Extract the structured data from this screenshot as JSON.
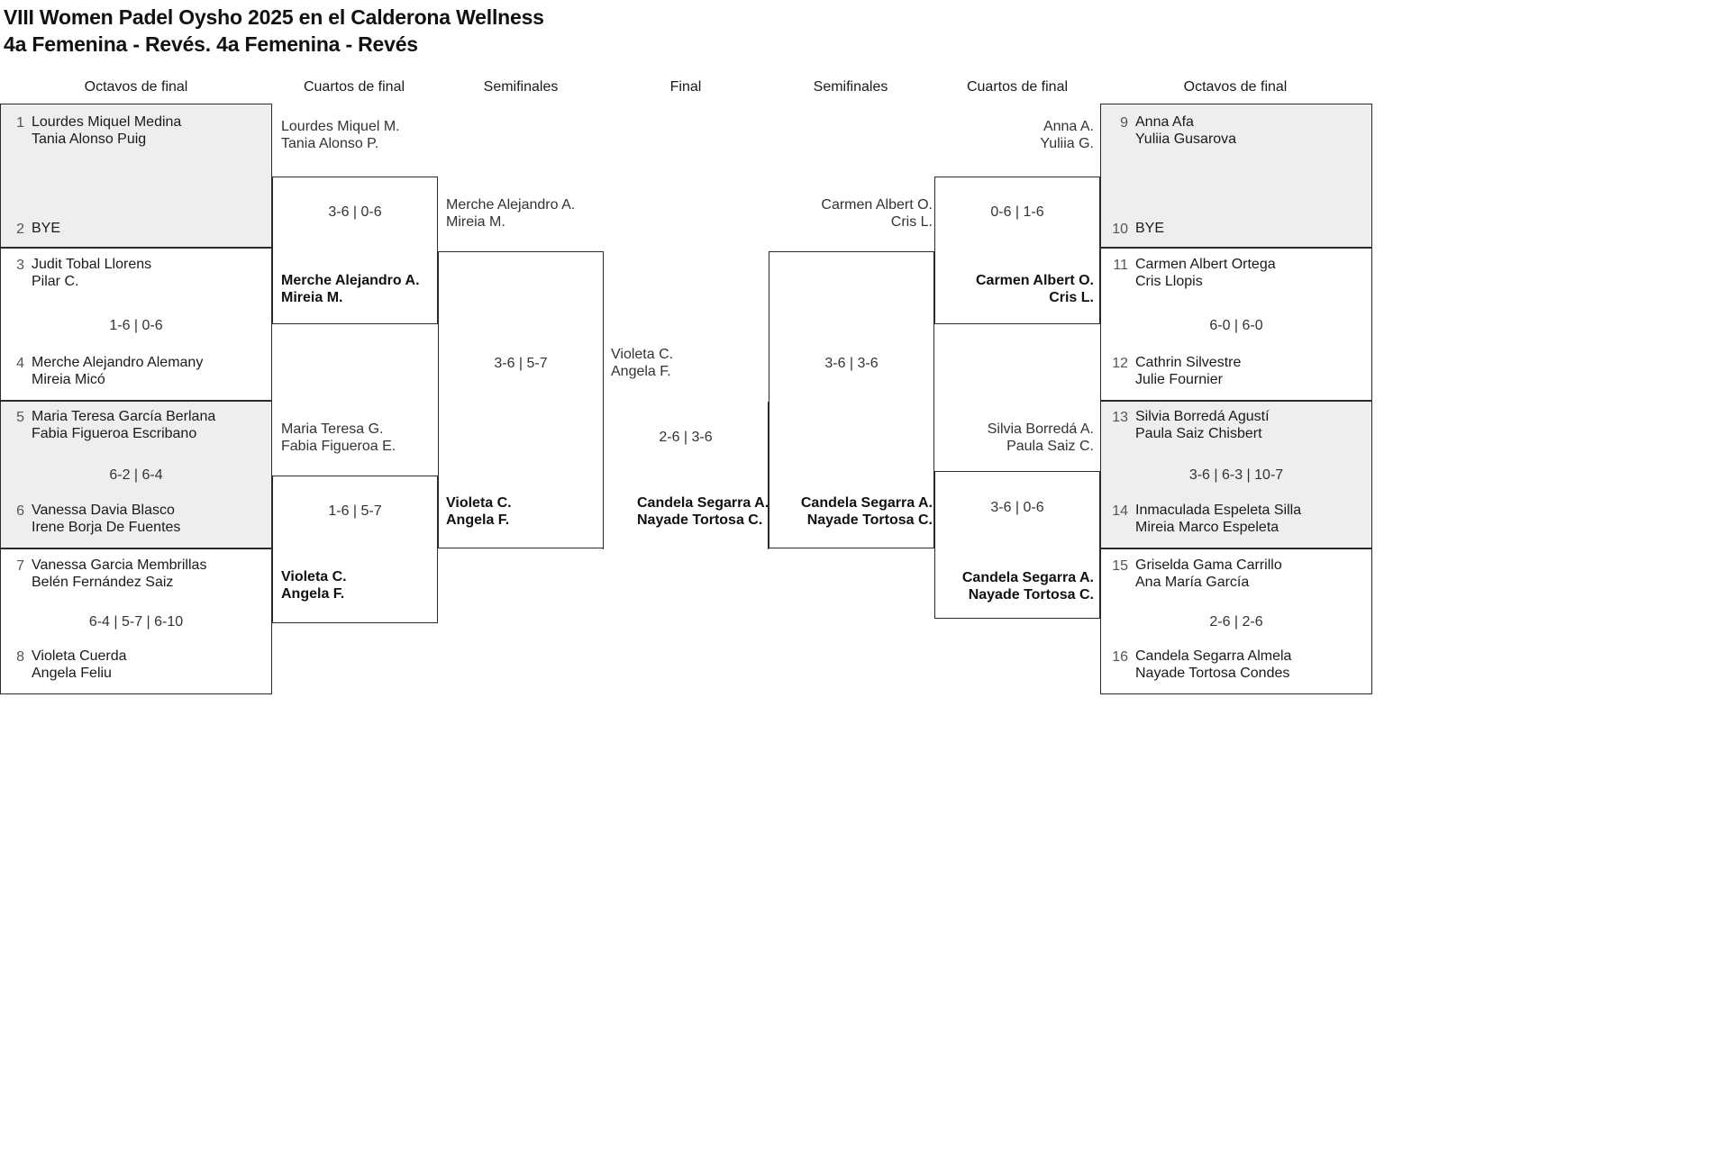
{
  "tournament": {
    "title_line1": "VIII Women Padel Oysho 2025 en el Calderona Wellness",
    "title_line2": "4a Femenina - Revés. 4a Femenina - Revés"
  },
  "round_labels": {
    "octavos_left": "Octavos de final",
    "cuartos_left": "Cuartos de final",
    "semis_left": "Semifinales",
    "final": "Final",
    "semis_right": "Semifinales",
    "cuartos_right": "Cuartos de final",
    "octavos_right": "Octavos de final"
  },
  "left": {
    "octavos": [
      {
        "seed": "1",
        "p1": "Lourdes Miquel Medina",
        "p2": "Tania Alonso Puig",
        "winner": true
      },
      {
        "seed": "2",
        "p1": "BYE",
        "p2": "",
        "winner": false
      },
      {
        "seed": "3",
        "p1": "Judit Tobal Llorens",
        "p2": "Pilar C.",
        "winner": false
      },
      {
        "seed": "4",
        "p1": "Merche Alejandro Alemany",
        "p2": "Mireia Micó",
        "winner": true
      },
      {
        "seed": "5",
        "p1": "Maria Teresa García Berlana",
        "p2": "Fabia Figueroa Escribano",
        "winner": true
      },
      {
        "seed": "6",
        "p1": "Vanessa Davia Blasco",
        "p2": "Irene Borja De Fuentes",
        "winner": false
      },
      {
        "seed": "7",
        "p1": "Vanessa Garcia Membrillas",
        "p2": "Belén Fernández Saiz",
        "winner": false
      },
      {
        "seed": "8",
        "p1": "Violeta Cuerda",
        "p2": "Angela Feliu",
        "winner": true
      }
    ],
    "octavos_scores": [
      "",
      "1-6 | 0-6",
      "6-2 | 6-4",
      "6-4 | 5-7 | 6-10"
    ],
    "cuartos": [
      {
        "p1": "Lourdes Miquel M.",
        "p2": "Tania Alonso P.",
        "winner": false
      },
      {
        "p1": "Merche Alejandro A.",
        "p2": "Mireia M.",
        "winner": true
      },
      {
        "p1": "Maria Teresa G.",
        "p2": "Fabia Figueroa E.",
        "winner": false
      },
      {
        "p1": "Violeta C.",
        "p2": "Angela F.",
        "winner": true
      }
    ],
    "cuartos_scores": [
      "3-6 | 0-6",
      "1-6 | 5-7"
    ],
    "semis": [
      {
        "p1": "Merche Alejandro A.",
        "p2": "Mireia M.",
        "winner": false
      },
      {
        "p1": "Violeta C.",
        "p2": "Angela F.",
        "winner": true
      }
    ],
    "semis_score": "3-6 | 5-7"
  },
  "final": {
    "top": {
      "p1": "Violeta C.",
      "p2": "Angela F.",
      "winner": false
    },
    "bottom": {
      "p1": "Candela Segarra A.",
      "p2": "Nayade Tortosa C.",
      "winner": true
    },
    "score": "2-6 | 3-6"
  },
  "right": {
    "octavos": [
      {
        "seed": "9",
        "p1": "Anna Afa",
        "p2": "Yuliia Gusarova",
        "winner": true
      },
      {
        "seed": "10",
        "p1": "BYE",
        "p2": "",
        "winner": false
      },
      {
        "seed": "11",
        "p1": "Carmen Albert Ortega",
        "p2": "Cris Llopis",
        "winner": true
      },
      {
        "seed": "12",
        "p1": "Cathrin Silvestre",
        "p2": "Julie Fournier",
        "winner": false
      },
      {
        "seed": "13",
        "p1": "Silvia Borredá Agustí",
        "p2": "Paula Saiz Chisbert",
        "winner": true
      },
      {
        "seed": "14",
        "p1": "Inmaculada Espeleta Silla",
        "p2": "Mireia Marco Espeleta",
        "winner": false
      },
      {
        "seed": "15",
        "p1": "Griselda Gama Carrillo",
        "p2": "Ana María García",
        "winner": false
      },
      {
        "seed": "16",
        "p1": "Candela Segarra Almela",
        "p2": "Nayade Tortosa Condes",
        "winner": true
      }
    ],
    "octavos_scores": [
      "",
      "6-0 | 6-0",
      "3-6 | 6-3 | 10-7",
      "2-6 | 2-6"
    ],
    "cuartos": [
      {
        "p1": "Anna A.",
        "p2": "Yuliia G.",
        "winner": false
      },
      {
        "p1": "Carmen Albert O.",
        "p2": "Cris L.",
        "winner": true
      },
      {
        "p1": "Silvia Borredá A.",
        "p2": "Paula Saiz C.",
        "winner": false
      },
      {
        "p1": "Candela Segarra A.",
        "p2": "Nayade Tortosa C.",
        "winner": true
      }
    ],
    "cuartos_scores": [
      "0-6 | 1-6",
      "3-6 | 0-6"
    ],
    "semis": [
      {
        "p1": "Carmen Albert O.",
        "p2": "Cris L.",
        "winner": false
      },
      {
        "p1": "Candela Segarra A.",
        "p2": "Nayade Tortosa C.",
        "winner": true
      }
    ],
    "semis_score": "3-6 | 3-6"
  },
  "colors": {
    "shade": "#eeeeee",
    "line": "#2a2a2a",
    "text": "#1a1a1a"
  }
}
